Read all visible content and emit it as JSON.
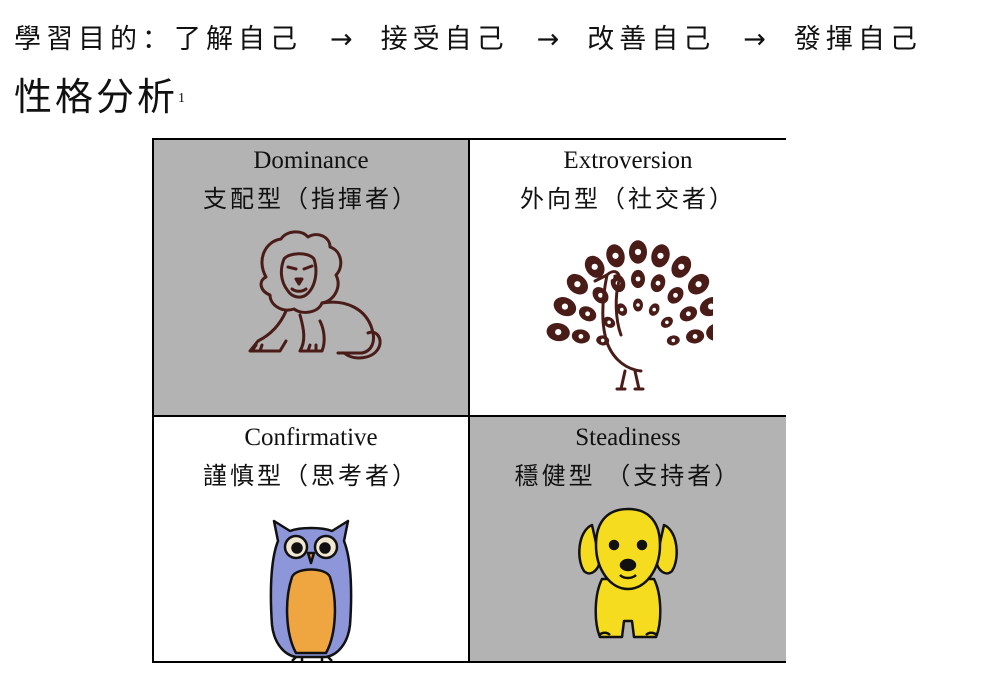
{
  "goals": {
    "items": [
      "學習目的：了解自己",
      "接受自己",
      "改善自己",
      "發揮自己"
    ],
    "arrow": "→"
  },
  "title": {
    "text": "性格分析",
    "footnote": "1"
  },
  "quadrants": [
    {
      "en": "Dominance",
      "zh": "支配型（指揮者）",
      "animal_icon": "lion-icon",
      "bg": "#b3b3b3"
    },
    {
      "en": "Extroversion",
      "zh": "外向型（社交者）",
      "animal_icon": "peacock-icon",
      "bg": "#ffffff"
    },
    {
      "en": "Confirmative",
      "zh": "謹慎型（思考者）",
      "animal_icon": "owl-icon",
      "bg": "#ffffff"
    },
    {
      "en": "Steadiness",
      "zh": "穩健型 （支持者）",
      "animal_icon": "dog-icon",
      "bg": "#b3b3b3"
    }
  ],
  "colors": {
    "illustration_brown": "#4a1c18",
    "owl_blue": "#8c96d8",
    "owl_orange": "#f0a640",
    "dog_yellow": "#f5dc1e"
  }
}
